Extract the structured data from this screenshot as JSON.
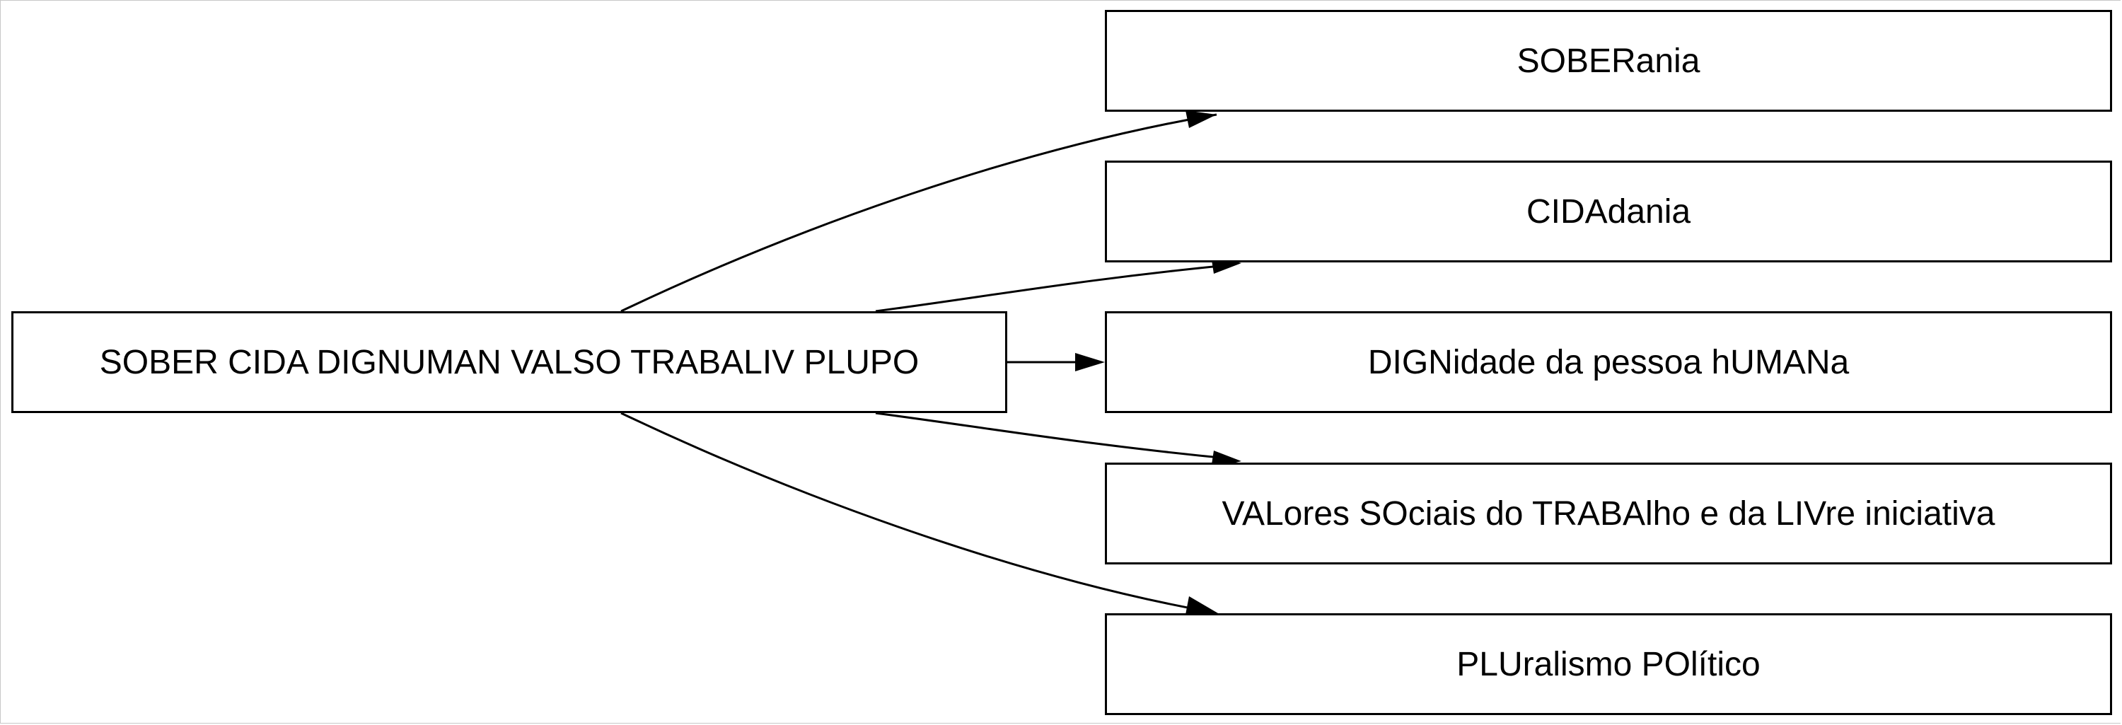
{
  "diagram": {
    "root": {
      "label": "SOBER CIDA DIGNUMAN VALSO TRABALIV PLUPO"
    },
    "children": [
      {
        "label": "SOBERania"
      },
      {
        "label": "CIDAdania"
      },
      {
        "label": "DIGNidade da pessoa hUMANa"
      },
      {
        "label": "VALores SOciais do TRABAlho e da LIVre iniciativa"
      },
      {
        "label": "PLUralismo POlítico"
      }
    ]
  }
}
